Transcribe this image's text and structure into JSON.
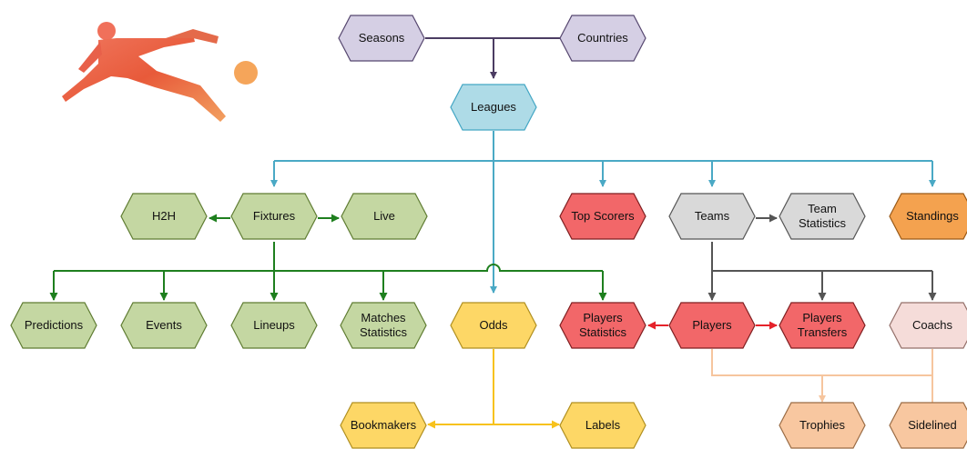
{
  "colors": {
    "purple_fill": "#d5cfe4",
    "purple_stroke": "#56476f",
    "blue_fill": "#aedbe7",
    "blue_stroke": "#43a6c4",
    "green_fill": "#c4d7a2",
    "green_stroke": "#5f7c32",
    "red_fill": "#f26769",
    "red_stroke": "#7f1e20",
    "gray_fill": "#d9d9d9",
    "gray_stroke": "#555555",
    "orange_fill": "#f4a24f",
    "orange_stroke": "#9a5a18",
    "yellow_fill": "#fdd766",
    "yellow_stroke": "#b08f20",
    "pink_fill": "#f5dcd9",
    "pink_stroke": "#94706a",
    "peach_fill": "#f8c7a0",
    "peach_stroke": "#9a6c45",
    "edge_purple": "#4b3c62",
    "edge_blue": "#4aa9c5",
    "edge_green": "#1e7f1e",
    "edge_gray": "#555555",
    "edge_red": "#e5222a",
    "edge_yellow": "#f7c21d",
    "edge_peach": "#f6c59e"
  },
  "illustration": {
    "icon": "football-player-kicking-ball-icon"
  },
  "nodes": {
    "seasons": {
      "label": "Seasons"
    },
    "countries": {
      "label": "Countries"
    },
    "leagues": {
      "label": "Leagues"
    },
    "h2h": {
      "label": "H2H"
    },
    "fixtures": {
      "label": "Fixtures"
    },
    "live": {
      "label": "Live"
    },
    "top_scorers": {
      "label": "Top Scorers"
    },
    "teams": {
      "label": "Teams"
    },
    "team_statistics": {
      "label": "Team\nStatistics"
    },
    "standings": {
      "label": "Standings"
    },
    "predictions": {
      "label": "Predictions"
    },
    "events": {
      "label": "Events"
    },
    "lineups": {
      "label": "Lineups"
    },
    "matches_statistics": {
      "label": "Matches\nStatistics"
    },
    "odds": {
      "label": "Odds"
    },
    "players_statistics": {
      "label": "Players\nStatistics"
    },
    "players": {
      "label": "Players"
    },
    "players_transfers": {
      "label": "Players\nTransfers"
    },
    "coachs": {
      "label": "Coachs"
    },
    "bookmakers": {
      "label": "Bookmakers"
    },
    "labels": {
      "label": "Labels"
    },
    "trophies": {
      "label": "Trophies"
    },
    "sidelined": {
      "label": "Sidelined"
    }
  }
}
